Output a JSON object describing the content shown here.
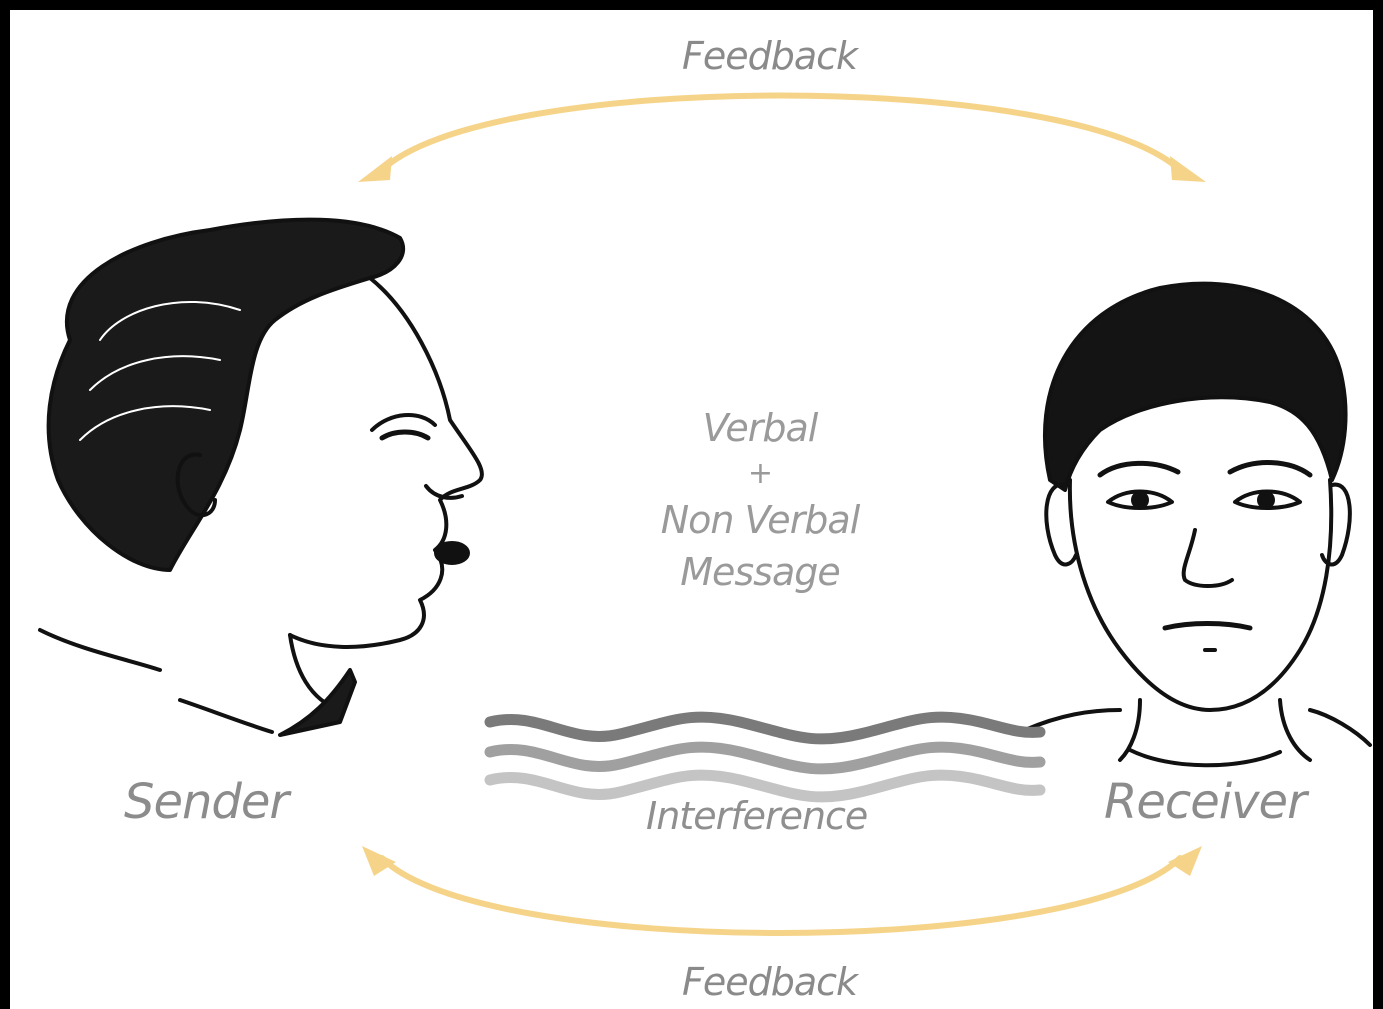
{
  "labels": {
    "feedback_top": "Feedback",
    "feedback_bottom": "Feedback",
    "sender": "Sender",
    "receiver": "Receiver",
    "message_line1": "Verbal",
    "message_line2": "+",
    "message_line3": "Non Verbal",
    "message_line4": "Message",
    "interference": "Interference"
  },
  "colors": {
    "frame": "#000000",
    "background": "#ffffff",
    "feedback_arrow": "#f5d48a",
    "label_text": "#8a8a8a",
    "ink": "#111111",
    "wave_dark": "#7a7a7a",
    "wave_mid": "#a0a0a0",
    "wave_light": "#c4c4c4"
  },
  "icons": {
    "sender": "sender-head-sketch",
    "receiver": "receiver-head-sketch",
    "sound_waves": "sound-wave-bars",
    "interference": "wavy-lines"
  }
}
